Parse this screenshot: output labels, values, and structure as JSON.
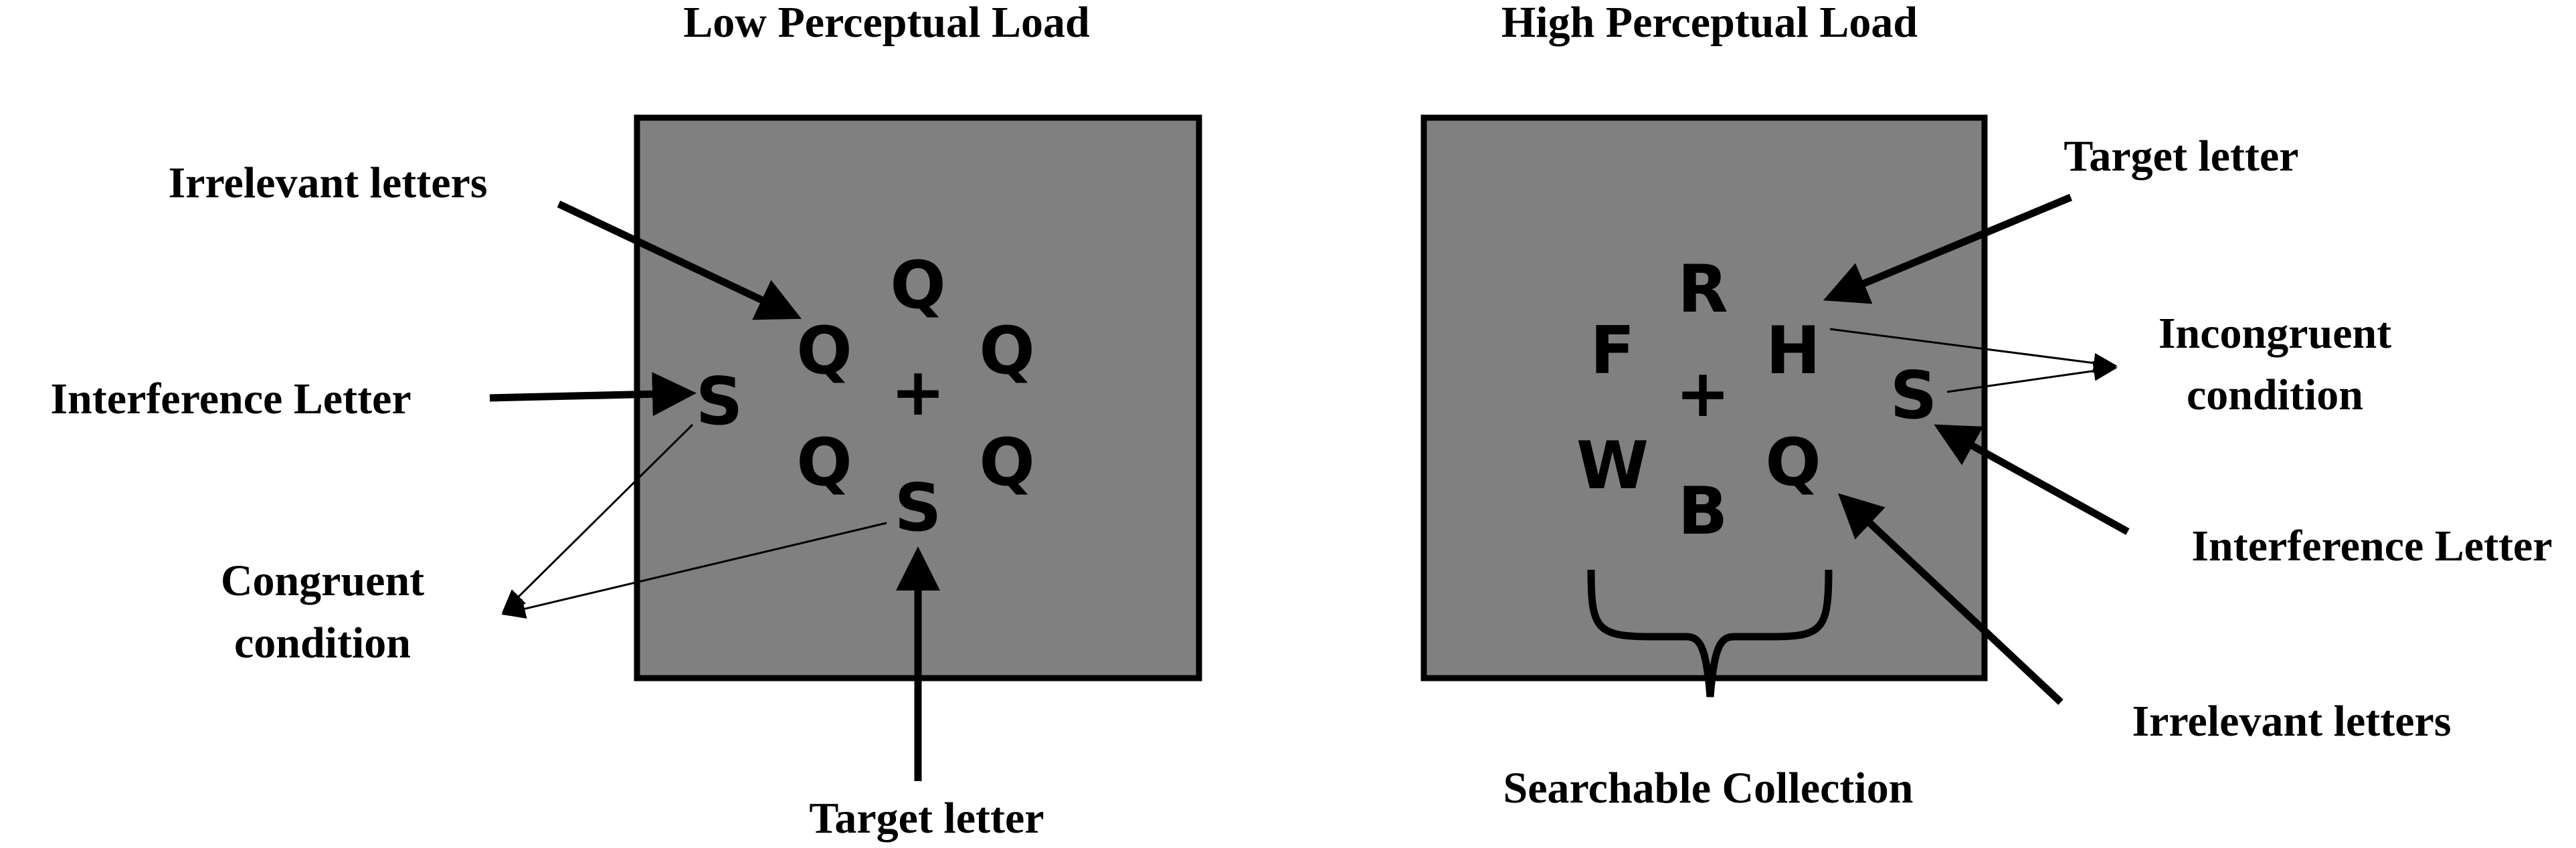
{
  "colors": {
    "panel_fill": "#808080",
    "panel_stroke": "#000000",
    "ink": "#000000",
    "background": "#ffffff"
  },
  "low_panel": {
    "title": "Low Perceptual Load",
    "fixation": "+",
    "letters": {
      "top": "Q",
      "upper_left": "Q",
      "upper_right": "Q",
      "lower_left": "Q",
      "lower_right": "Q",
      "bottom": "S",
      "distractor": "S"
    },
    "labels": {
      "irrelevant": "Irrelevant letters",
      "interference": "Interference Letter",
      "condition_line1": "Congruent",
      "condition_line2": "condition",
      "target": "Target letter"
    }
  },
  "high_panel": {
    "title": "High Perceptual Load",
    "fixation": "+",
    "letters": {
      "top": "R",
      "upper_left": "F",
      "upper_right": "H",
      "lower_left": "W",
      "lower_right": "Q",
      "bottom": "B",
      "distractor": "S"
    },
    "labels": {
      "target": "Target letter",
      "condition_line1": "Incongruent",
      "condition_line2": "condition",
      "interference": "Interference Letter",
      "irrelevant": "Irrelevant letters",
      "collection": "Searchable Collection"
    }
  }
}
